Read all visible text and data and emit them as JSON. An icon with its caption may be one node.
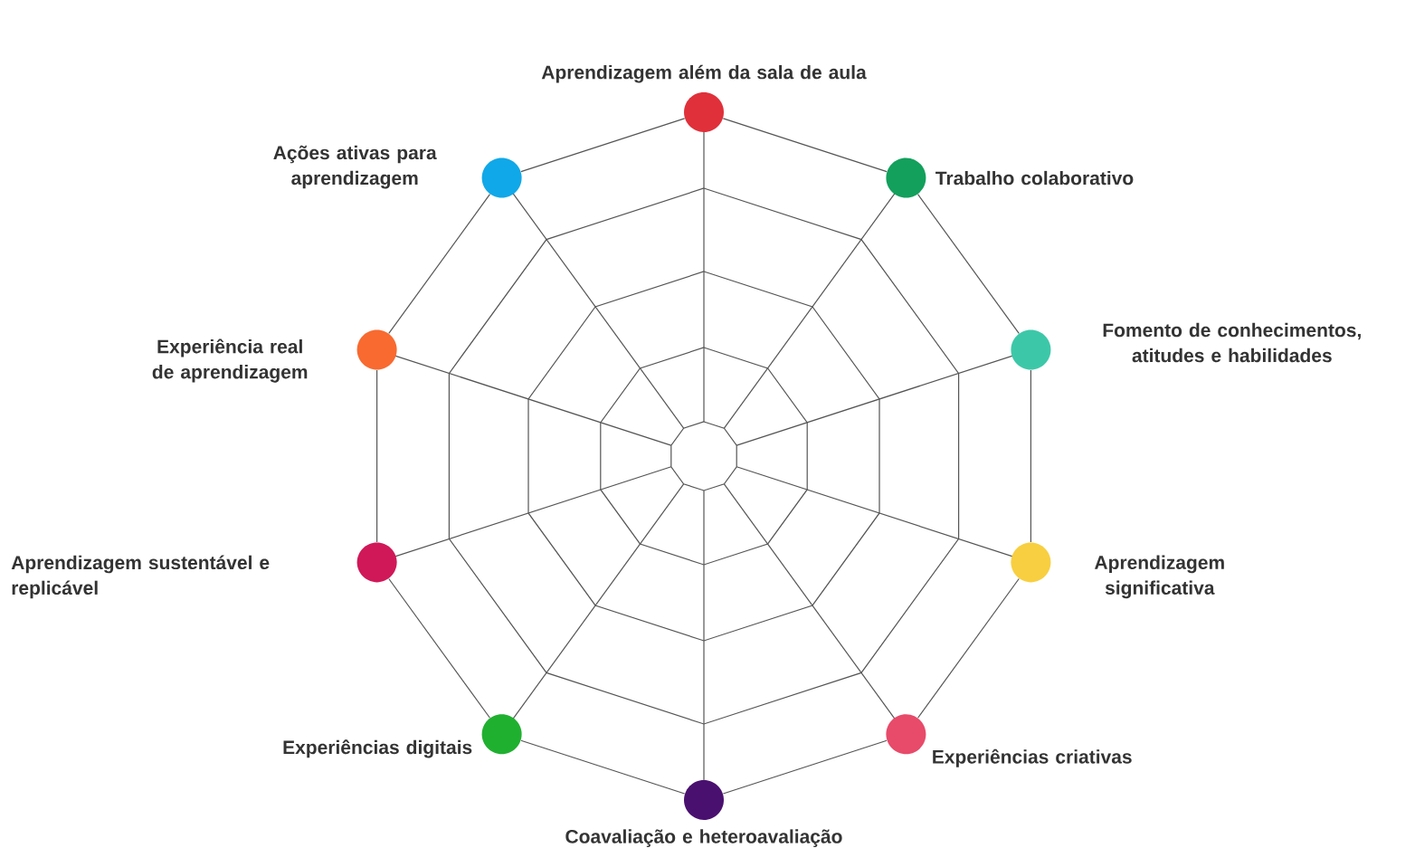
{
  "diagram": {
    "nodes": [
      {
        "text": [
          "Aprendizagem além da sala de aula"
        ]
      },
      {
        "text": [
          "Trabalho colaborativo"
        ]
      },
      {
        "text": [
          "Fomento de conhecimentos, atitudes e habilidades"
        ]
      },
      {
        "text": [
          "Aprendizagem significativa"
        ]
      },
      {
        "text": [
          "Experiências criativas"
        ]
      },
      {
        "text": [
          "Coavaliação e heteroavaliação"
        ]
      },
      {
        "text": [
          "Experiências digitais"
        ]
      },
      {
        "text": [
          "Aprendizagem sustentável e replicável"
        ]
      },
      {
        "text": [
          "Experiência real de aprendizagem"
        ]
      },
      {
        "text": [
          "Ações ativas para aprendizagem"
        ]
      }
    ],
    "edges": [
      {
        "from": 0,
        "to": 1,
        "arrow": "none"
      },
      {
        "from": 1,
        "to": 2,
        "arrow": "none"
      },
      {
        "from": 2,
        "to": 3,
        "arrow": "none"
      },
      {
        "from": 3,
        "to": 4,
        "arrow": "none"
      },
      {
        "from": 4,
        "to": 5,
        "arrow": "none"
      },
      {
        "from": 5,
        "to": 6,
        "arrow": "none"
      },
      {
        "from": 6,
        "to": 7,
        "arrow": "none"
      },
      {
        "from": 7,
        "to": 8,
        "arrow": "none"
      },
      {
        "from": 8,
        "to": 9,
        "arrow": "none"
      },
      {
        "from": 9,
        "to": 0,
        "arrow": "none"
      }
    ]
  }
}
